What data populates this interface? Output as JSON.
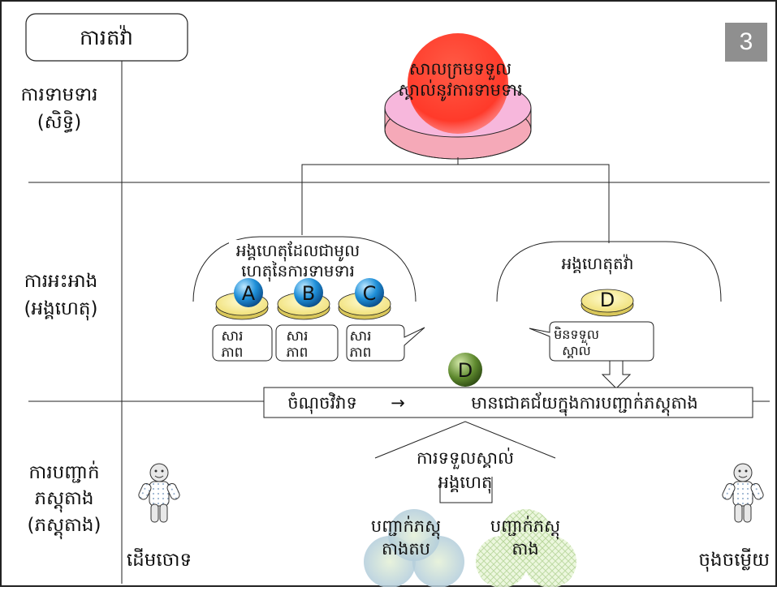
{
  "slide_number": "3",
  "header_box": "ការតវ៉ា",
  "rows": {
    "claim": [
      "ការទាមទារ",
      "(សិទ្ធិ)"
    ],
    "allegation": [
      "ការអះអាង",
      "(អង្គហេតុ)"
    ],
    "proof": [
      "ការបញ្ជាក់",
      "ភស្តុតាង",
      "(ភស្តុតាង)"
    ]
  },
  "court": [
    "សាលក្រមទទួល",
    "ស្គាល់នូវការទាមទារ"
  ],
  "left_group": {
    "title": [
      "អង្គហេតុដែលជាមូល",
      "ហេតុនៃការទាមទារ"
    ],
    "items": [
      "A",
      "B",
      "C"
    ],
    "callout": [
      "សារ",
      "ភាព"
    ]
  },
  "right_group": {
    "title": "អង្គហេតុតវ៉ា",
    "item": "D",
    "callout": [
      "មិនទទួល",
      "ស្គាល់"
    ]
  },
  "dispute": {
    "badge": "D",
    "point": "ចំណុចវិវាទ",
    "arrow": "→",
    "result": "មានជោគជ័យក្នុងការបញ្ជាក់ភស្តុតាង"
  },
  "acknowledged": [
    "ការទទួលស្គាល់",
    "អង្គហេតុ"
  ],
  "proof_items": {
    "left": [
      "បញ្ជាក់ភស្តុ",
      "តាងតប"
    ],
    "right": [
      "បញ្ជាក់ភស្តុ",
      "តាង"
    ]
  },
  "parties": {
    "plaintiff": "ដើមចោទ",
    "defendant": "ចុងចម្លើយ"
  },
  "colors": {
    "frame": "#222222",
    "plate": "#f3e88a",
    "ball_blue": "#1e8fd8",
    "court_ball": "#ff4a3a",
    "court_disc": "#f7b7dc",
    "badge_green": "#5f8a2f",
    "slide_num_bg": "#8f8f8f"
  }
}
